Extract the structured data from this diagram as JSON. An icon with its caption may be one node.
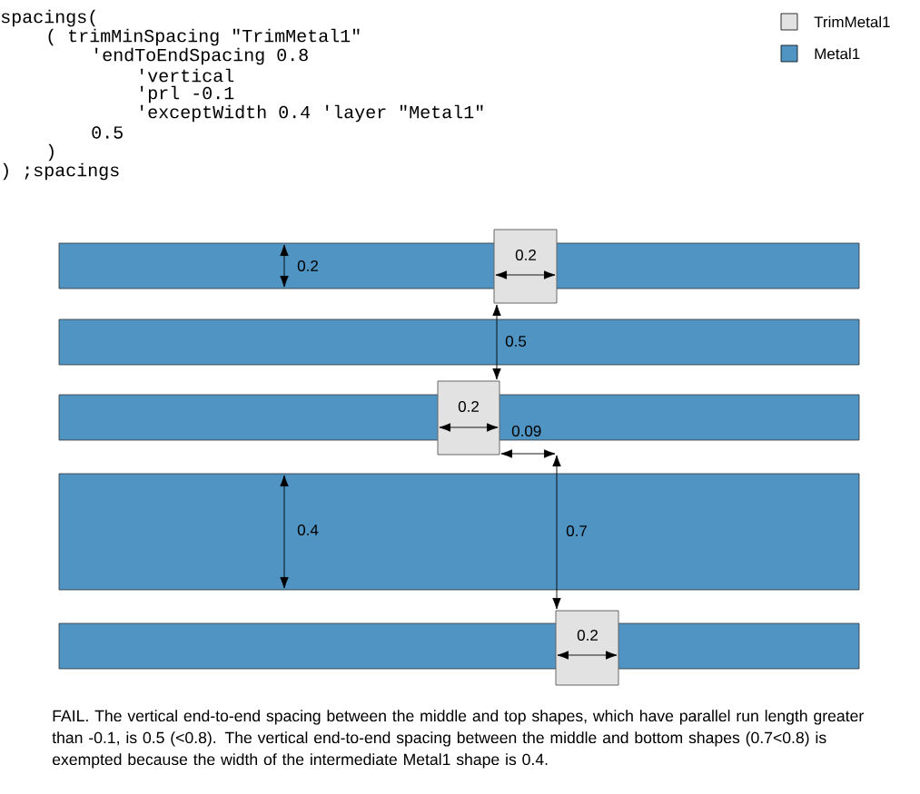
{
  "diagram": {
    "caption": "FAIL. The vertical end-to-end spacing between the middle and top shapes, which have parallel run length greater than -0.1, is 0.5 (<0.8). The vertical end-to-end spacing between the middle and bottom shapes (0.7<0.8) is exempted because the width of the intermediate Metal1 shape is 0.4.",
    "labels": [
      "spacings(",
      "( trimMinSpacing \"TrimMetal1\"",
      "'endToEndSpacing 0.8",
      "'vertical",
      "'prl -0.1",
      "'exceptWidth 0.4 'layer \"Metal1\"",
      "0.5",
      ")",
      ") ;spacings",
      "0.2",
      "0.2",
      "0.5",
      "0.2",
      "0.09",
      "0.4",
      "0.7",
      "0.2"
    ],
    "legend": [
      {
        "text": "TrimMetal1",
        "color": "#e2e2e2"
      },
      {
        "text": "Metal1",
        "color": "#4f94c3"
      }
    ]
  }
}
